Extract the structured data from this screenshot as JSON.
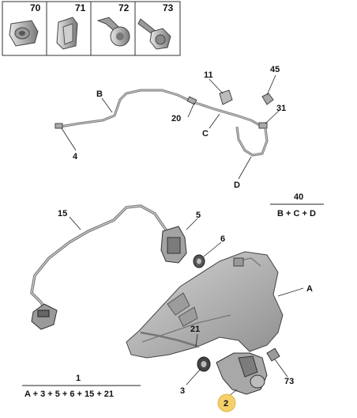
{
  "parts_strip": [
    {
      "number": "70"
    },
    {
      "number": "71"
    },
    {
      "number": "72"
    },
    {
      "number": "73"
    }
  ],
  "top_callouts": {
    "b": "B",
    "c": "C",
    "d": "D",
    "n4": "4",
    "n11": "11",
    "n20": "20",
    "n31": "31",
    "n45": "45"
  },
  "kit_40": {
    "number": "40",
    "formula": "B + C + D"
  },
  "bottom_callouts": {
    "n15": "15",
    "n5": "5",
    "n6": "6",
    "a": "A",
    "n21": "21",
    "n3": "3",
    "n73": "73",
    "n2": "2"
  },
  "kit_1": {
    "number": "1",
    "formula": "A + 3 + 5 + 6 + 15 + 21"
  },
  "colors": {
    "highlight": "#f4cf6a",
    "reservoir": "#b9b9b9",
    "pump": "#a9a9a9"
  }
}
